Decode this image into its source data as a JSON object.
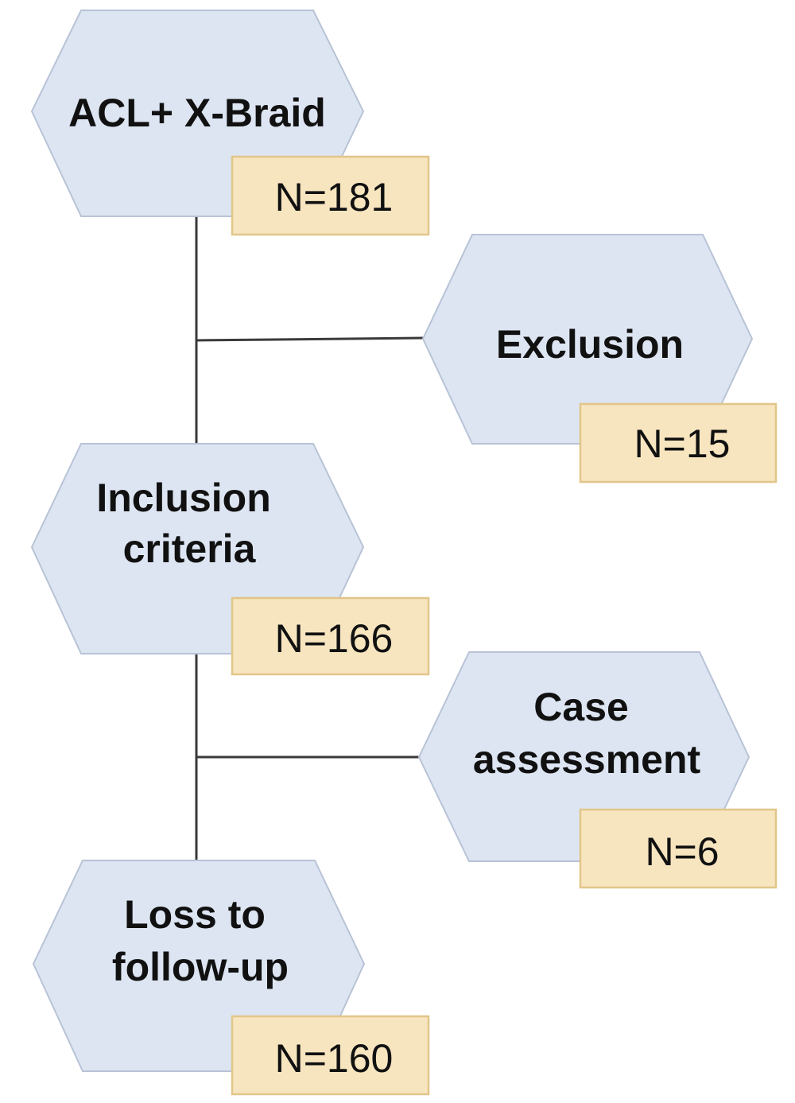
{
  "nodes": [
    {
      "id": "acl-x-braid",
      "lines": [
        "ACL+ X-Braid"
      ],
      "count": "N=181"
    },
    {
      "id": "exclusion",
      "lines": [
        "Exclusion"
      ],
      "count": "N=15"
    },
    {
      "id": "inclusion-criteria",
      "lines": [
        "Inclusion",
        "criteria"
      ],
      "count": "N=166"
    },
    {
      "id": "case-assessment",
      "lines": [
        "Case",
        "assessment"
      ],
      "count": "N=6"
    },
    {
      "id": "loss-to-follow-up",
      "lines": [
        "Loss to",
        "follow-up"
      ],
      "count": "N=160"
    }
  ],
  "colors": {
    "hexagon_fill": "#dde5f2",
    "count_box_fill": "#f7e5bf",
    "connector": "#3a3a3a"
  }
}
